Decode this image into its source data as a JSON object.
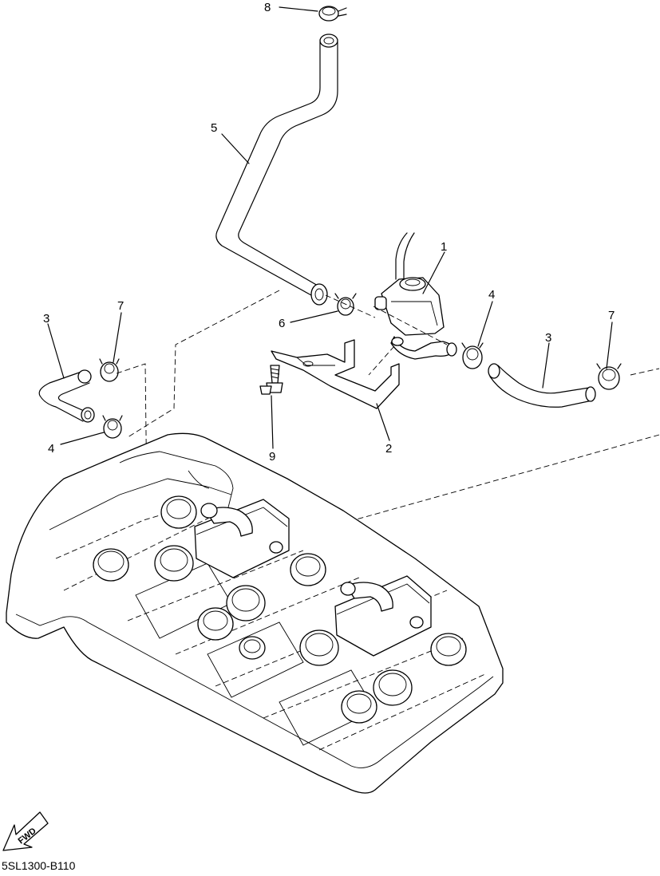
{
  "callouts": {
    "c1": "1",
    "c2": "2",
    "c3_left": "3",
    "c3_right": "3",
    "c4_left": "4",
    "c4_right": "4",
    "c5": "5",
    "c6": "6",
    "c7_left": "7",
    "c7_right": "7",
    "c8": "8",
    "c9": "9"
  },
  "fwd_label": "FWD",
  "diagram_code": "5SL1300-B110"
}
